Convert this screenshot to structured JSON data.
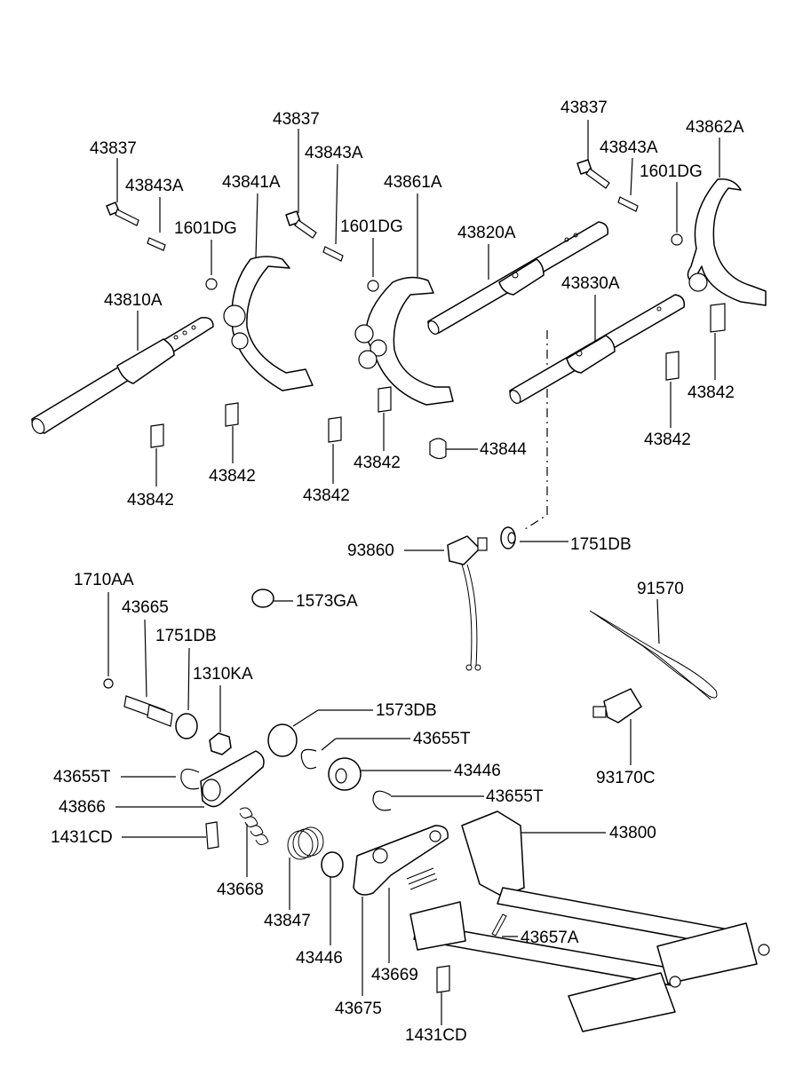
{
  "labels": {
    "l01": "43837",
    "l02": "43843A",
    "l03": "43837",
    "l04": "43843A",
    "l05": "43841A",
    "l06": "43861A",
    "l07": "1601DG",
    "l08": "1601DG",
    "l09": "43810A",
    "l10": "43837",
    "l11": "43843A",
    "l12": "1601DG",
    "l13": "43862A",
    "l14": "43820A",
    "l15": "43830A",
    "l16": "43842",
    "l17": "43842",
    "l18": "43842",
    "l19": "43842",
    "l20": "43842",
    "l21": "43842",
    "l22": "43844",
    "l23": "93860",
    "l24": "1751DB",
    "l25": "1710AA",
    "l26": "43665",
    "l27": "1751DB",
    "l28": "1310KA",
    "l29": "1573GA",
    "l30": "91570",
    "l31": "1573DB",
    "l32": "43655T",
    "l33": "43446",
    "l34": "43655T",
    "l35": "43655T",
    "l36": "43866",
    "l37": "1431CD",
    "l38": "93170C",
    "l39": "43800",
    "l40": "43668",
    "l41": "43847",
    "l42": "43446",
    "l43": "43669",
    "l44": "43657A",
    "l45": "43675",
    "l46": "1431CD"
  }
}
